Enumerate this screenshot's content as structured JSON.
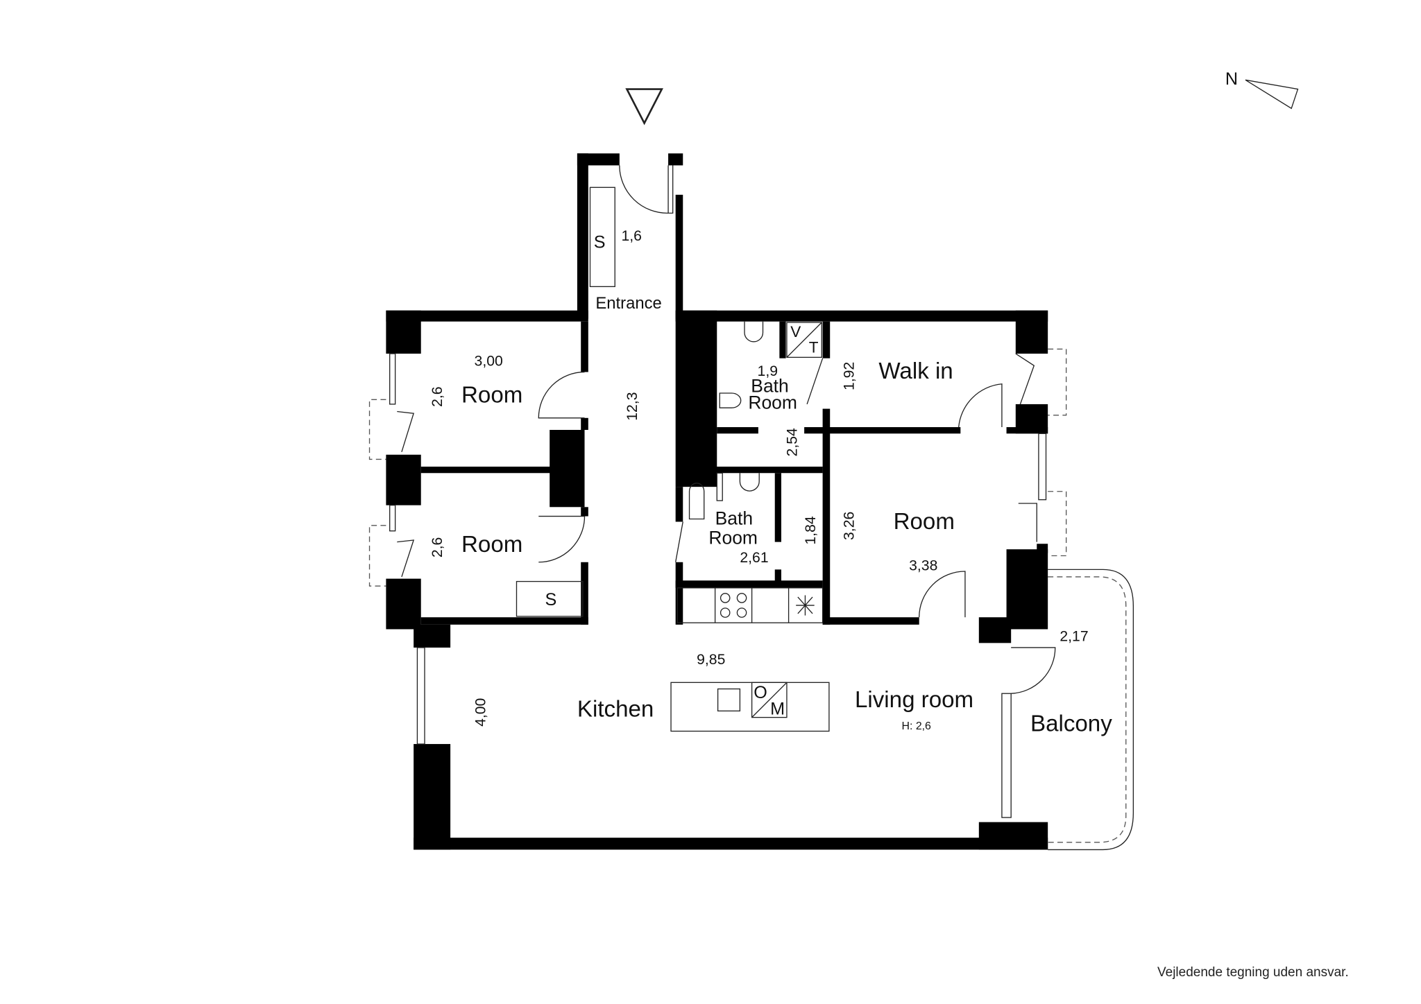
{
  "compass": {
    "label": "N"
  },
  "rooms": {
    "entrance": {
      "name": "Entrance",
      "area": "12,3",
      "closet_width": "1,6",
      "storage": "S"
    },
    "room_top_left": {
      "name": "Room",
      "width": "3,00",
      "depth": "2,6"
    },
    "room_bottom_left": {
      "name": "Room",
      "depth": "2,6",
      "storage": "S"
    },
    "bath_1": {
      "name_line1": "Bath",
      "name_line2": "Room",
      "width": "1,9",
      "depth": "2,54",
      "appliance_v": "V",
      "appliance_t": "T"
    },
    "walk_in": {
      "name": "Walk in",
      "depth": "1,92"
    },
    "bath_2": {
      "name_line1": "Bath",
      "name_line2": "Room",
      "width": "2,61",
      "depth": "1,84"
    },
    "room_right": {
      "name": "Room",
      "depth": "3,26",
      "width": "3,38"
    },
    "kitchen": {
      "name": "Kitchen",
      "depth": "4,00",
      "width": "9,85",
      "appliance_o": "O",
      "appliance_m": "M"
    },
    "living": {
      "name": "Living room",
      "height": "H: 2,6"
    },
    "balcony": {
      "name": "Balcony",
      "width": "2,17"
    }
  },
  "disclaimer": "Vejledende tegning uden ansvar."
}
